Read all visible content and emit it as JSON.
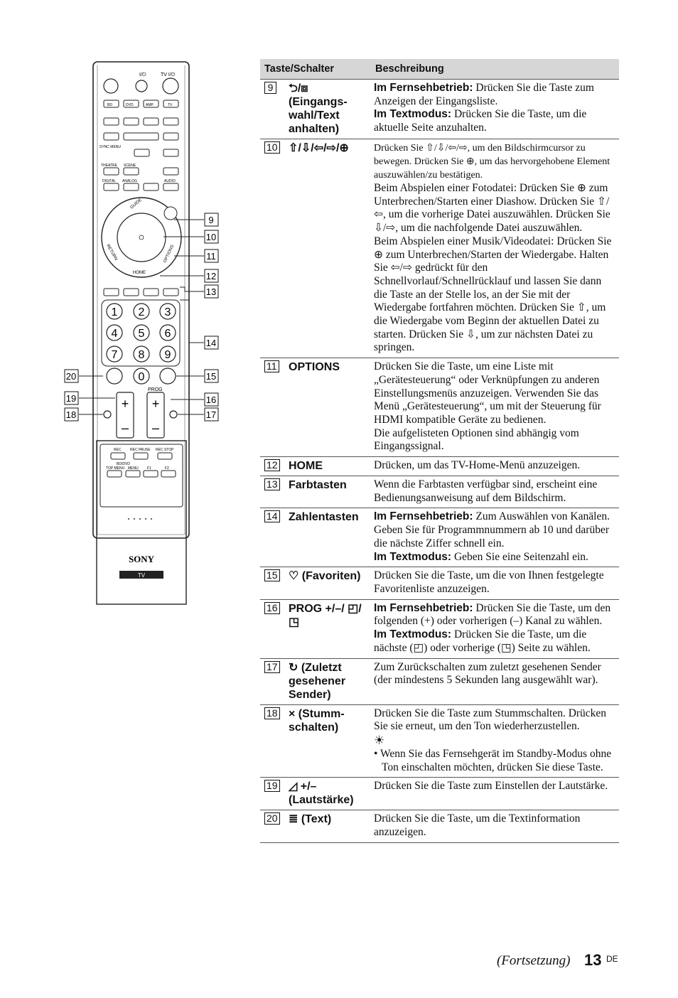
{
  "remote": {
    "callouts_right": [
      "9",
      "10",
      "11",
      "12",
      "13",
      "14",
      "15",
      "16",
      "17"
    ],
    "callouts_left": [
      "20",
      "19",
      "18"
    ],
    "labels": {
      "power": "I/⏻",
      "tv_power": "TV I/⏻",
      "src_bd": "BD",
      "src_dvd": "DVD",
      "src_amp": "AMP",
      "src_tv": "TV",
      "sync_menu": "SYNC MENU",
      "theatre": "THEATRE",
      "scene": "SCENE",
      "digital": "DIGITAL",
      "analog": "ANALOG",
      "audio": "AUDIO",
      "guide": "GUIDE",
      "return": "RETURN",
      "options": "OPTIONS",
      "home": "HOME",
      "prog": "PROG",
      "rec": "REC",
      "rec_pause": "REC PAUSE",
      "rec_stop": "REC STOP",
      "bd_dvd": "BD/DVD",
      "top_menu": "TOP MENU",
      "menu": "MENU",
      "f1": "F1",
      "f2": "F2",
      "brand": "SONY",
      "tv_badge": "TV",
      "digits": [
        "1",
        "2",
        "3",
        "4",
        "5",
        "6",
        "7",
        "8",
        "9",
        "0"
      ],
      "plus": "+",
      "minus": "–"
    }
  },
  "table": {
    "headers": [
      "Taste/Schalter",
      "Beschreibung"
    ],
    "rows": [
      {
        "num": "9",
        "key": "⮌/⧈ (Eingangs-wahl/Text anhalten)",
        "desc": [
          {
            "label": "Im Fernsehbetrieb:",
            "text": " Drücken Sie die Taste zum Anzeigen der Eingangsliste."
          },
          {
            "label": "Im Textmodus:",
            "text": " Drücken Sie die Taste, um die aktuelle Seite anzuhalten."
          }
        ]
      },
      {
        "num": "10",
        "key": "⇧/⇩/⇦/⇨/⊕",
        "desc_small": "Drücken Sie ⇧/⇩/⇦/⇨, um den Bildschirmcursor zu bewegen. Drücken Sie ⊕, um das hervorgehobene Element auszuwählen/zu bestätigen.",
        "desc": [
          {
            "text": "Beim Abspielen einer Fotodatei: Drücken Sie ⊕ zum Unterbrechen/Starten einer Diashow. Drücken Sie ⇧/⇦, um die vorherige Datei auszuwählen. Drücken Sie ⇩/⇨, um die nachfolgende Datei auszuwählen."
          },
          {
            "text": "Beim Abspielen einer Musik/Videodatei: Drücken Sie ⊕ zum Unterbrechen/Starten der Wiedergabe. Halten Sie ⇦/⇨ gedrückt für den Schnellvorlauf/Schnellrücklauf und lassen Sie dann die Taste an der Stelle los, an der Sie mit der Wiedergabe fortfahren möchten. Drücken Sie ⇧, um die Wiedergabe vom Beginn der aktuellen Datei zu starten. Drücken Sie ⇩, um zur nächsten Datei zu springen."
          }
        ]
      },
      {
        "num": "11",
        "key": "OPTIONS",
        "desc": [
          {
            "text": "Drücken Sie die Taste, um eine Liste mit „Gerätesteuerung“ oder Verknüpfungen zu anderen Einstellungsmenüs anzuzeigen. Verwenden Sie das Menü „Gerätesteuerung“, um mit der Steuerung für HDMI kompatible Geräte zu bedienen."
          },
          {
            "text": "Die aufgelisteten Optionen sind abhängig vom Eingangssignal."
          }
        ]
      },
      {
        "num": "12",
        "key": "HOME",
        "desc": [
          {
            "text": "Drücken, um das TV-Home-Menü anzuzeigen."
          }
        ]
      },
      {
        "num": "13",
        "key": "Farbtasten",
        "desc": [
          {
            "text": "Wenn die Farbtasten verfügbar sind, erscheint eine Bedienungsanweisung auf dem Bildschirm."
          }
        ]
      },
      {
        "num": "14",
        "key": "Zahlentasten",
        "desc": [
          {
            "label": "Im Fernsehbetrieb:",
            "text": " Zum Auswählen von Kanälen. Geben Sie für Programmnummern ab 10 und darüber die nächste Ziffer schnell ein."
          },
          {
            "label": "Im Textmodus:",
            "text": " Geben Sie eine Seitenzahl ein."
          }
        ]
      },
      {
        "num": "15",
        "key": "♡ (Favoriten)",
        "desc": [
          {
            "text": "Drücken Sie die Taste, um die von Ihnen festgelegte Favoritenliste anzuzeigen."
          }
        ]
      },
      {
        "num": "16",
        "key": "PROG +/–/ ◰/◳",
        "desc": [
          {
            "label": "Im Fernsehbetrieb:",
            "text": " Drücken Sie die Taste, um den folgenden (+) oder vorherigen (–) Kanal zu wählen."
          },
          {
            "label": "Im Textmodus:",
            "text": " Drücken Sie die Taste, um die nächste (◰) oder vorherige (◳) Seite zu wählen."
          }
        ]
      },
      {
        "num": "17",
        "key": "↻ (Zuletzt gesehener Sender)",
        "desc": [
          {
            "text": "Zum Zurückschalten zum zuletzt gesehenen Sender (der mindestens 5 Sekunden lang ausgewählt war)."
          }
        ]
      },
      {
        "num": "18",
        "key": "× (Stumm-schalten)",
        "desc": [
          {
            "text": "Drücken Sie die Taste zum Stummschalten. Drücken Sie sie erneut, um den Ton wiederherzustellen."
          }
        ],
        "tip_icon": "☀",
        "tip": "• Wenn Sie das Fernsehgerät im Standby-Modus ohne Ton einschalten möchten, drücken Sie diese Taste."
      },
      {
        "num": "19",
        "key": "◿ +/– (Lautstärke)",
        "desc": [
          {
            "text": "Drücken Sie die Taste zum Einstellen der Lautstärke."
          }
        ]
      },
      {
        "num": "20",
        "key": "≣ (Text)",
        "desc": [
          {
            "text": "Drücken Sie die Taste, um die Textinformation anzuzeigen."
          }
        ]
      }
    ]
  },
  "footer": {
    "continued": "(Fortsetzung)",
    "page": "13",
    "lang": "DE"
  }
}
